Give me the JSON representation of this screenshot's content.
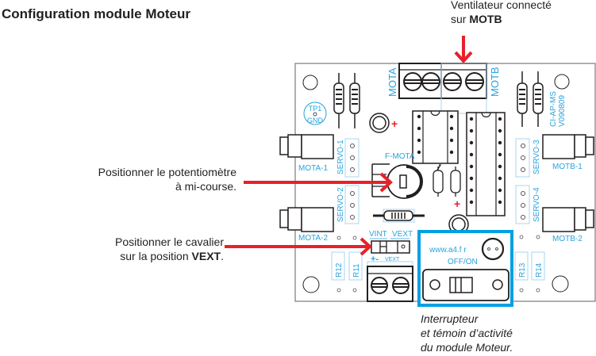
{
  "title": "Configuration module Moteur",
  "callouts": {
    "fan": {
      "line1": "Ventilateur connecté",
      "line2_prefix": "sur ",
      "line2_bold": "MOTB"
    },
    "potentiometer": {
      "line1": "Positionner le potentiomètre",
      "line2": "à mi-course."
    },
    "jumper": {
      "line1": "Positionner le cavalier",
      "line2_prefix": "sur la position ",
      "line2_bold": "VEXT",
      "line2_suffix": "."
    },
    "switch": {
      "line1": "Interrupteur",
      "line2": "et témoin d’activité",
      "line3": "du module Moteur."
    }
  },
  "board": {
    "terminal_labels": {
      "mota": "MOTA",
      "motb": "MOTB"
    },
    "testpoint": {
      "line1": "TP1",
      "line2": "GND"
    },
    "version": {
      "line1": "CI-AP-MS",
      "line2": "V090809"
    },
    "connectors": {
      "mota1": "MOTA-1",
      "mota2": "MOTA-2",
      "motb1": "MOTB-1",
      "motb2": "MOTB-2"
    },
    "servos": [
      "SERVO-1",
      "SERVO-2",
      "SERVO-3",
      "SERVO-4"
    ],
    "pot_label": "F-MOTA",
    "jumper_labels": {
      "vint": "VINT",
      "vext": "VEXT",
      "polarity": "+-",
      "vext_small": "VEXT"
    },
    "resistors": [
      "R12",
      "R11",
      "R13",
      "R14"
    ],
    "website": "www.a4.f r",
    "switch_label": "OFF/ON",
    "plus_sign": "+"
  },
  "colors": {
    "arrow": "#e8202a",
    "highlight": "#00a0e3",
    "label": "#29a3dd",
    "outline": "#231f20"
  }
}
